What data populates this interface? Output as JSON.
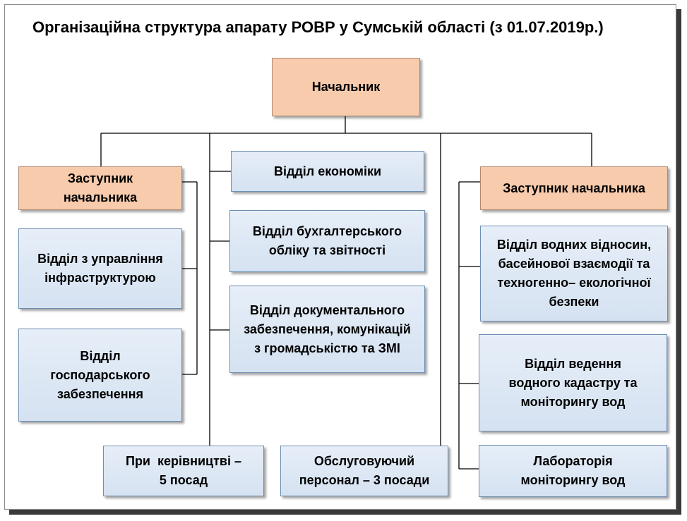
{
  "title": "Організаційна структура апарату РОВР у Сумській області (з 01.07.2019р.)",
  "colors": {
    "head_fill": "#f8cbad",
    "dept_fill": "#dbe6f3",
    "dept_border": "#6e8fb3",
    "connector": "#000000"
  },
  "nodes": {
    "head": "Начальник",
    "deputy_left": "Заступник начальника",
    "deputy_right": "Заступник начальника",
    "dept_infrastructure": "Відділ з управління інфраструктурою",
    "dept_household": "Відділ господарського забезпечення",
    "dept_economics": "Відділ економіки",
    "dept_accounting": "Відділ бухгалтерського обліку та звітності",
    "dept_documents": "Відділ документального забезпечення, комунікацій з громадськістю та ЗМІ",
    "dept_water_relations": "Відділ водних відносин, басейнової взаємодії та техногенно– екологічної безпеки",
    "dept_cadastre": "Відділ ведення водного кадастру та моніторингу вод",
    "lab_monitoring": "Лабораторія моніторингу вод",
    "management_staff": "При  керівництві – 5 посад",
    "service_staff": "Обслуговуючий персонал – 3 посади"
  },
  "node_lines": {
    "deputy_left": [
      "Заступник",
      "начальника"
    ],
    "dept_infrastructure": [
      "Відділ з управління",
      "інфраструктурою"
    ],
    "dept_household": [
      "Відділ",
      "господарського",
      "забезпечення"
    ],
    "dept_accounting": [
      "Відділ бухгалтерського",
      "обліку та звітності"
    ],
    "dept_documents": [
      "Відділ документального",
      "забезпечення, комунікацій",
      "з громадськістю та ЗМІ"
    ],
    "dept_water_relations": [
      "Відділ водних відносин,",
      "басейнової взаємодії та",
      "техногенно– екологічної",
      "безпеки"
    ],
    "dept_cadastre": [
      "Відділ ведення",
      "водного кадастру та",
      "моніторингу вод"
    ],
    "lab_monitoring": [
      "Лабораторія",
      "моніторингу  вод"
    ],
    "management_staff": [
      "При  керівництві –",
      "5 посад"
    ],
    "service_staff": [
      "Обслуговуючий",
      "персонал – 3 посади"
    ]
  }
}
